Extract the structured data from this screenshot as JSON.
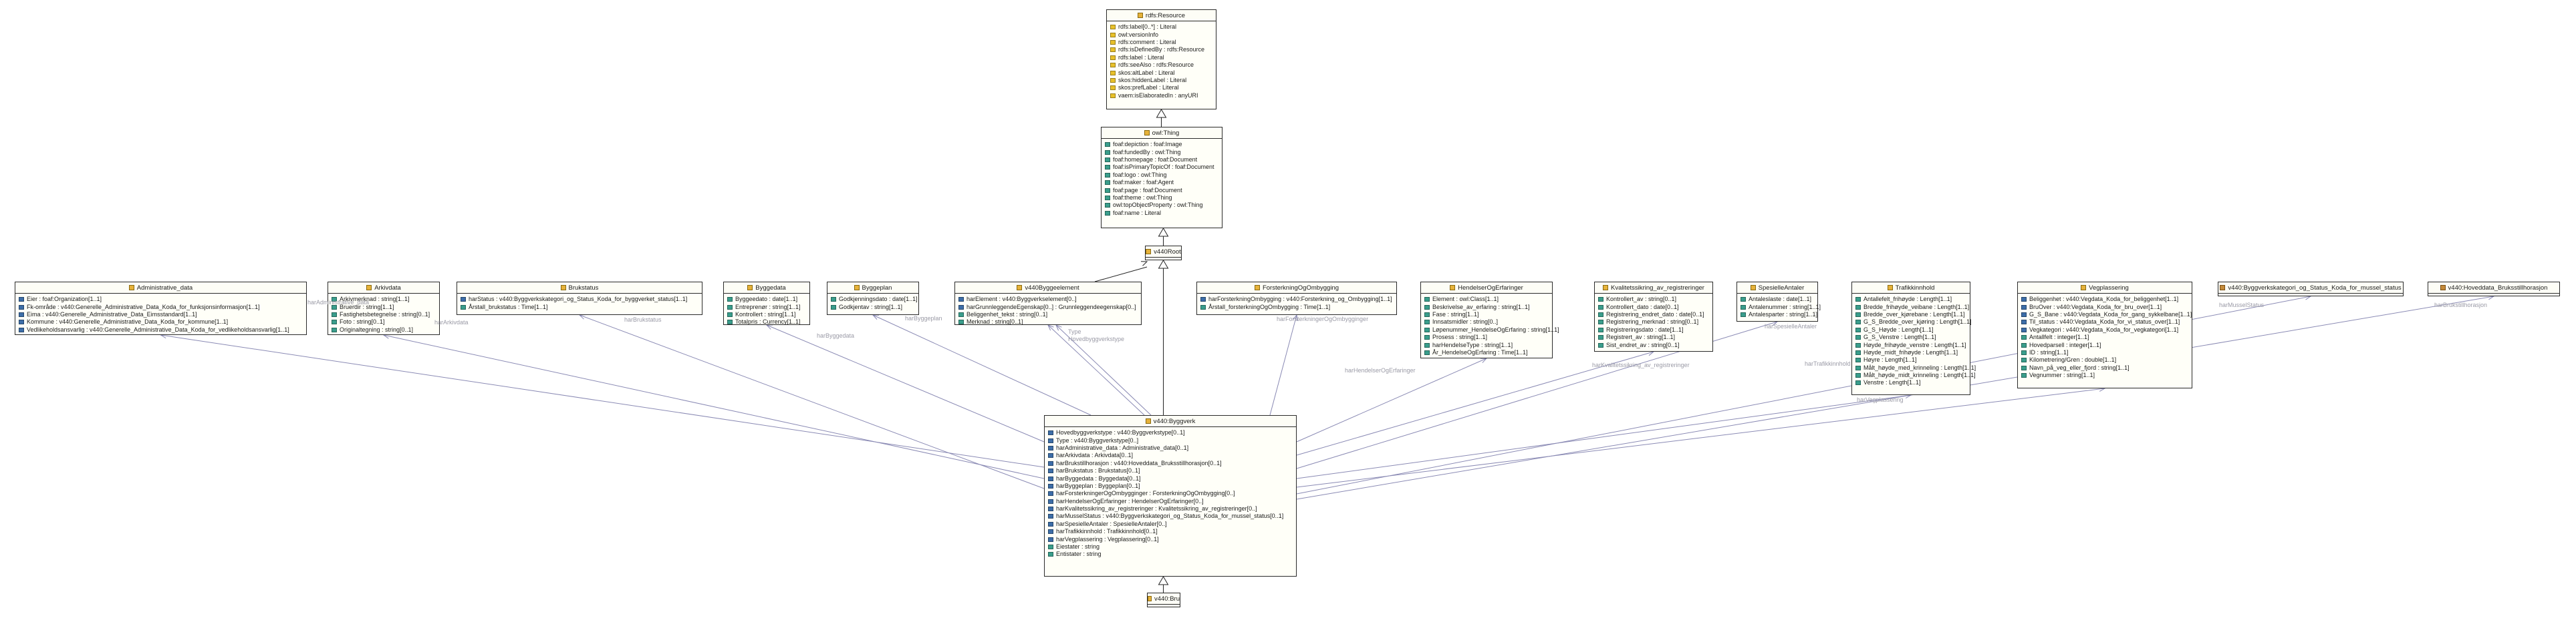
{
  "colors": {
    "line": "#8a8ab4",
    "gen": "#222222",
    "teal": "#3a9e8c",
    "blue": "#3d6ea8",
    "yellow": "#e8c12a"
  },
  "classes": [
    {
      "key": "rdfsResource",
      "name": "rdfs:Resource",
      "kind": "class",
      "attrs": [
        {
          "t": "rdfs:label[0..*] : Literal",
          "c": "yellow"
        },
        {
          "t": "owl:versionInfo",
          "c": "yellow"
        },
        {
          "t": "rdfs:comment : Literal",
          "c": "yellow"
        },
        {
          "t": "rdfs:isDefinedBy : rdfs:Resource",
          "c": "yellow"
        },
        {
          "t": "rdfs:label : Literal",
          "c": "yellow"
        },
        {
          "t": "rdfs:seeAlso : rdfs:Resource",
          "c": "yellow"
        },
        {
          "t": "skos:altLabel : Literal",
          "c": "yellow"
        },
        {
          "t": "skos:hiddenLabel : Literal",
          "c": "yellow"
        },
        {
          "t": "skos:prefLabel : Literal",
          "c": "yellow"
        },
        {
          "t": "vaem:isElaboratedIn : anyURI",
          "c": "yellow"
        }
      ]
    },
    {
      "key": "owlThing",
      "name": "owl:Thing",
      "kind": "class",
      "attrs": [
        {
          "t": "foaf:depiction : foaf:Image",
          "c": "teal"
        },
        {
          "t": "foaf:fundedBy : owl:Thing",
          "c": "teal"
        },
        {
          "t": "foaf:homepage : foaf:Document",
          "c": "teal"
        },
        {
          "t": "foaf:isPrimaryTopicOf : foaf:Document",
          "c": "teal"
        },
        {
          "t": "foaf:logo : owl:Thing",
          "c": "teal"
        },
        {
          "t": "foaf:maker : foaf:Agent",
          "c": "teal"
        },
        {
          "t": "foaf:page : foaf:Document",
          "c": "teal"
        },
        {
          "t": "foaf:theme : owl:Thing",
          "c": "teal"
        },
        {
          "t": "owl:topObjectProperty : owl:Thing",
          "c": "teal"
        },
        {
          "t": "foaf:name : Literal",
          "c": "teal"
        }
      ]
    },
    {
      "key": "v440Root",
      "name": "v440Root",
      "kind": "class",
      "attrs": []
    },
    {
      "key": "Administrative_data",
      "name": "Administrative_data",
      "kind": "class",
      "attrs": [
        {
          "t": "Eier : foaf:Organization[1..1]",
          "c": "blue"
        },
        {
          "t": "Fk-område : v440:Generelle_Administrative_Data_Koda_for_funksjonsinformasjon[1..1]",
          "c": "blue"
        },
        {
          "t": "Eima : v440:Generelle_Administrative_Data_Eimsstandard[1..1]",
          "c": "blue"
        },
        {
          "t": "Kommune : v440:Generelle_Administrative_Data_Koda_for_kommune[1..1]",
          "c": "blue"
        },
        {
          "t": "Vedlikeholdsansvarlig : v440:Generelle_Administrative_Data_Koda_for_vedlikeholdsansvarlig[1..1]",
          "c": "blue"
        }
      ]
    },
    {
      "key": "Arkivdata",
      "name": "Arkivdata",
      "kind": "class",
      "attrs": [
        {
          "t": "Arkivmerknad : string[1..1]",
          "c": "teal"
        },
        {
          "t": "Bruerdir : string[1..1]",
          "c": "teal"
        },
        {
          "t": "Fastighetsbetegnelse : string[0..1]",
          "c": "teal"
        },
        {
          "t": "Foto : string[0..1]",
          "c": "teal"
        },
        {
          "t": "Originaltegning : string[0..1]",
          "c": "teal"
        }
      ]
    },
    {
      "key": "Brukstatus",
      "name": "Brukstatus",
      "kind": "class",
      "attrs": [
        {
          "t": "harStatus : v440:Byggverkskategori_og_Status_Koda_for_byggverket_status[1..1]",
          "c": "blue"
        },
        {
          "t": "Årstall_brukstatus : Time[1..1]",
          "c": "teal"
        }
      ]
    },
    {
      "key": "Byggedata",
      "name": "Byggedata",
      "kind": "class",
      "attrs": [
        {
          "t": "Byggeedato : date[1..1]",
          "c": "teal"
        },
        {
          "t": "Entreprenør : string[1..1]",
          "c": "teal"
        },
        {
          "t": "Kontrollert : string[1..1]",
          "c": "teal"
        },
        {
          "t": "Totalpris : Currency[1..1]",
          "c": "teal"
        }
      ]
    },
    {
      "key": "Byggeplan",
      "name": "Byggeplan",
      "kind": "class",
      "attrs": [
        {
          "t": "Godkjenningsdato : date[1..1]",
          "c": "teal"
        },
        {
          "t": "Godkjentav : string[1..1]",
          "c": "teal"
        }
      ]
    },
    {
      "key": "v440Byggeelement",
      "name": "v440Byggeelement",
      "kind": "class",
      "attrs": [
        {
          "t": "harElement : v440:Byggverkselement[0..]",
          "c": "blue"
        },
        {
          "t": "harGrunnleggendeEgenskap[0..] : Grunnleggendeegenskap[0..]",
          "c": "blue"
        },
        {
          "t": "Beliggenhet_tekst : string[0..1]",
          "c": "teal"
        },
        {
          "t": "Merknad : string[0..1]",
          "c": "teal"
        }
      ]
    },
    {
      "key": "ForsterkningOgOmbygging",
      "name": "ForsterkningOgOmbygging",
      "kind": "class",
      "attrs": [
        {
          "t": "harForsterkningOmbygging : v440:Forsterkning_og_Ombygging[1..1]",
          "c": "blue"
        },
        {
          "t": "Årstall_forsterkningOgOmbygging : Time[1..1]",
          "c": "teal"
        }
      ]
    },
    {
      "key": "HendelserOgErfaringer",
      "name": "HendelserOgErfaringer",
      "kind": "class",
      "attrs": [
        {
          "t": "Element : owl:Class[1..1]",
          "c": "teal"
        },
        {
          "t": "Beskrivelse_av_erfaring : string[1..1]",
          "c": "teal"
        },
        {
          "t": "Fase : string[1..1]",
          "c": "teal"
        },
        {
          "t": "Innsatsmidler : string[0..]",
          "c": "teal"
        },
        {
          "t": "Løpenummer_HendelseOgErfaring : string[1..1]",
          "c": "teal"
        },
        {
          "t": "Prosess : string[1..1]",
          "c": "teal"
        },
        {
          "t": "harHendelseType : string[1..1]",
          "c": "teal"
        },
        {
          "t": "År_HendelseOgErfaring : Time[1..1]",
          "c": "teal"
        }
      ]
    },
    {
      "key": "Kvalitetssikring",
      "name": "Kvalitetssikring_av_registreringer",
      "kind": "class",
      "attrs": [
        {
          "t": "Kontrollert_av : string[0..1]",
          "c": "teal"
        },
        {
          "t": "Kontrollert_dato : date[0..1]",
          "c": "teal"
        },
        {
          "t": "Registrering_endret_dato : date[0..1]",
          "c": "teal"
        },
        {
          "t": "Registrering_merknad : string[0..1]",
          "c": "teal"
        },
        {
          "t": "Registreringsdato : date[1..1]",
          "c": "teal"
        },
        {
          "t": "Registrert_av : string[1..1]",
          "c": "teal"
        },
        {
          "t": "Sist_endret_av : string[0..1]",
          "c": "teal"
        }
      ]
    },
    {
      "key": "SpesielleAntaler",
      "name": "SpesielleAntaler",
      "kind": "class",
      "attrs": [
        {
          "t": "Antaleslaste : date[1..1]",
          "c": "teal"
        },
        {
          "t": "Antalenummer : string[1..1]",
          "c": "teal"
        },
        {
          "t": "Antalesparter : string[1..1]",
          "c": "teal"
        }
      ]
    },
    {
      "key": "Trafikkinnhold",
      "name": "Trafikkinnhold",
      "kind": "class",
      "attrs": [
        {
          "t": "Antallefelt_frihøyde : Length[1..1]",
          "c": "teal"
        },
        {
          "t": "Bredde_frihøyde_veibane : Length[1..1]",
          "c": "teal"
        },
        {
          "t": "Bredde_over_kjørebane : Length[1..1]",
          "c": "teal"
        },
        {
          "t": "G_S_Bredde_over_kjøring : Length[1..1]",
          "c": "teal"
        },
        {
          "t": "G_S_Høyde : Length[1..1]",
          "c": "teal"
        },
        {
          "t": "G_S_Venstre : Length[1..1]",
          "c": "teal"
        },
        {
          "t": "Høyde_frihøyde_venstre : Length[1..1]",
          "c": "teal"
        },
        {
          "t": "Høyde_midt_frihøyde : Length[1..1]",
          "c": "teal"
        },
        {
          "t": "Høyre : Length[1..1]",
          "c": "teal"
        },
        {
          "t": "Målt_høyde_med_krinneling : Length[1..1]",
          "c": "teal"
        },
        {
          "t": "Målt_høyde_midt_krinneling : Length[1..1]",
          "c": "teal"
        },
        {
          "t": "Venstre : Length[1..1]",
          "c": "teal"
        }
      ]
    },
    {
      "key": "Vegplassering",
      "name": "Vegplassering",
      "kind": "class",
      "attrs": [
        {
          "t": "Beliggenhet : v440:Vegdata_Koda_for_beliggenhet[1..1]",
          "c": "blue"
        },
        {
          "t": "BruOver : v440:Vegdata_Koda_for_bru_over[1..1]",
          "c": "blue"
        },
        {
          "t": "G_S_Bane : v440:Vegdata_Koda_for_gang_sykkelbane[1..1]",
          "c": "blue"
        },
        {
          "t": "Til_status : v440:Vegdata_Koda_for_vi_status_over[1..1]",
          "c": "blue"
        },
        {
          "t": "Vegkategori : v440:Vegdata_Koda_for_vegkategori[1..1]",
          "c": "blue"
        },
        {
          "t": "Antallfelt : integer[1..1]",
          "c": "teal"
        },
        {
          "t": "Hovedparsell : integer[1..1]",
          "c": "teal"
        },
        {
          "t": "ID : string[1..1]",
          "c": "teal"
        },
        {
          "t": "Kilometrering/Gren : double[1..1]",
          "c": "teal"
        },
        {
          "t": "Navn_på_veg_eller_fjord : string[1..1]",
          "c": "teal"
        },
        {
          "t": "Vegnummer : string[1..1]",
          "c": "teal"
        }
      ]
    },
    {
      "key": "KodeStatus",
      "name": "v440:Byggverkskategori_og_Status_Koda_for_mussel_status",
      "kind": "datatype",
      "attrs": []
    },
    {
      "key": "Brukstilhoresjon",
      "name": "v440:Hoveddata_Bruksstillhorasjon",
      "kind": "datatype",
      "attrs": []
    },
    {
      "key": "v440Byggverk",
      "name": "v440:Byggverk",
      "kind": "class",
      "attrs": [
        {
          "t": "Hovedbyggverkstype : v440:Byggverkstype[0..1]",
          "c": "blue"
        },
        {
          "t": "Type : v440:Byggverkstype[0..]",
          "c": "blue"
        },
        {
          "t": "harAdministrative_data : Administrative_data[0..1]",
          "c": "blue"
        },
        {
          "t": "harArkivdata : Arkivdata[0..1]",
          "c": "blue"
        },
        {
          "t": "harBrukstillhorasjon : v440:Hoveddata_Bruksstillhorasjon[0..1]",
          "c": "blue"
        },
        {
          "t": "harBrukstatus : Brukstatus[0..1]",
          "c": "blue"
        },
        {
          "t": "harByggedata : Byggedata[0..1]",
          "c": "blue"
        },
        {
          "t": "harByggeplan : Byggeplan[0..1]",
          "c": "blue"
        },
        {
          "t": "harForsterkningerOgOmbygginger : ForsterkningOgOmbygging[0..]",
          "c": "blue"
        },
        {
          "t": "harHendelserOgErfaringer : HendelserOgErfaringer[0..]",
          "c": "blue"
        },
        {
          "t": "harKvalitetssikring_av_registreringer : Kvalitetssikring_av_registreringer[0..]",
          "c": "blue"
        },
        {
          "t": "harMusselStatus : v440:Byggverkskategori_og_Status_Koda_for_mussel_status[0..1]",
          "c": "blue"
        },
        {
          "t": "harSpesielleAntaler : SpesielleAntaler[0..]",
          "c": "blue"
        },
        {
          "t": "harTrafikkinnhold : Trafikkinnhold[0..1]",
          "c": "blue"
        },
        {
          "t": "harVegplassering : Vegplassering[0..1]",
          "c": "blue"
        },
        {
          "t": "Eiestater : string",
          "c": "teal"
        },
        {
          "t": "Entistater : string",
          "c": "teal"
        }
      ]
    },
    {
      "key": "v440Bru",
      "name": "v440:Bru",
      "kind": "class",
      "attrs": []
    }
  ],
  "link_labels": [
    {
      "key": "harAdministrative_data",
      "text": "harAdministrative_data"
    },
    {
      "key": "harArkivdata",
      "text": "harArkivdata"
    },
    {
      "key": "harBrukstatus",
      "text": "harBrukstatus"
    },
    {
      "key": "harByggedata",
      "text": "harByggedata"
    },
    {
      "key": "harByggeplan",
      "text": "harByggeplan"
    },
    {
      "key": "harElement",
      "text": "Type"
    },
    {
      "key": "hovedbyggverkstype",
      "text": "Hovedbyggverkstype"
    },
    {
      "key": "harForsterkning",
      "text": "harForsterkningerOgOmbygginger"
    },
    {
      "key": "harHendelser",
      "text": "harHendelserOgErfaringer"
    },
    {
      "key": "harKvalitet",
      "text": "harKvalitetssikring_av_registreringer"
    },
    {
      "key": "harSpesielle",
      "text": "harSpesielleAntaler"
    },
    {
      "key": "harTrafikk",
      "text": "harTrafikkinnhold"
    },
    {
      "key": "harVegplassering",
      "text": "harVegplassering"
    },
    {
      "key": "harMusselStatus",
      "text": "harMusselStatus"
    },
    {
      "key": "harBrukstillhorasjon",
      "text": "harBrukstillhorasjon"
    }
  ]
}
